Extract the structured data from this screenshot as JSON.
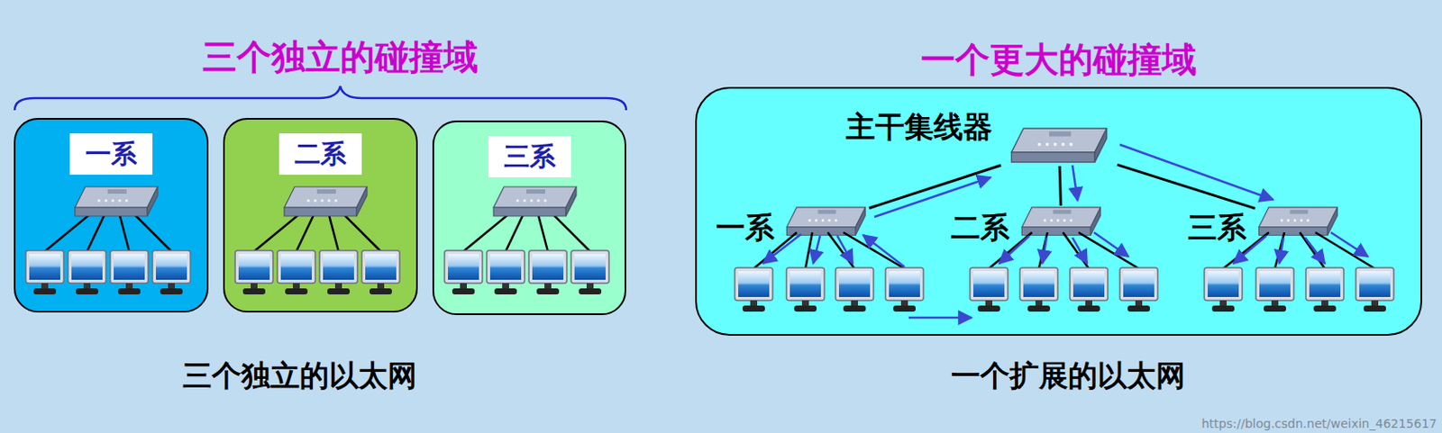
{
  "diagram": {
    "nodes": [
      {
        "text": [
          "一系"
        ]
      },
      {
        "text": [
          "二系"
        ]
      },
      {
        "text": [
          "三系"
        ]
      },
      {
        "text": [
          "一个更大的碰撞域"
        ]
      },
      {
        "text": [
          "主干集线器"
        ],
        "in": 3
      },
      {
        "text": [
          "一系"
        ],
        "in": 3
      },
      {
        "text": [
          "二系"
        ],
        "in": 3
      },
      {
        "text": [
          "三系"
        ],
        "in": 3
      }
    ],
    "edges": [
      {
        "from": 4,
        "to": 5,
        "arrow": "none"
      },
      {
        "from": 4,
        "to": 6,
        "arrow": "none"
      },
      {
        "from": 4,
        "to": 7,
        "arrow": "none"
      }
    ],
    "labels": [
      "三个独立的碰撞域",
      "三个独立的以太网",
      "一个扩展的以太网",
      "https://blog.csdn.net/weixin_46215617"
    ]
  }
}
